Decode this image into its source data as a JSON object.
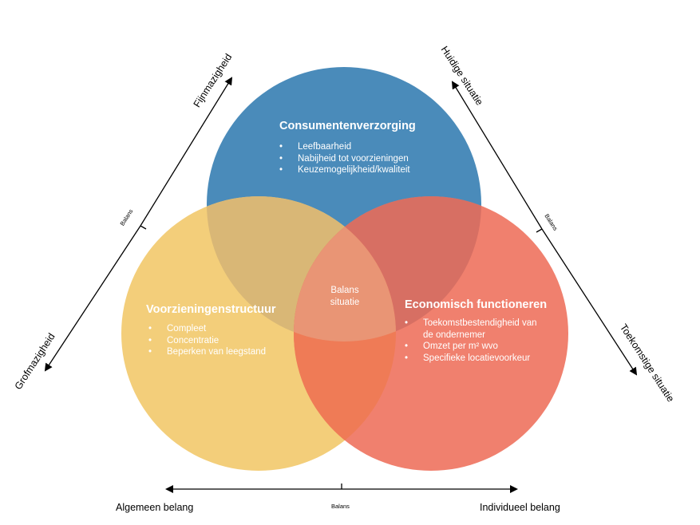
{
  "circles": {
    "top": {
      "title": "Consumentenverzorging",
      "bullets": [
        "Leefbaarheid",
        "Nabijheid tot voorzieningen",
        "Keuzemogelijkheid/kwaliteit"
      ],
      "color": "#4a8bba"
    },
    "left": {
      "title": "Voorzieningenstructuur",
      "bullets": [
        "Compleet",
        "Concentratie",
        "Beperken van leegstand"
      ],
      "color": "#f3ce7a"
    },
    "right": {
      "title": "Economisch functioneren",
      "bullets": [
        "Toekomstbestendigheid van de ondernemer",
        "Omzet per m² wvo",
        "Specifieke locatievoorkeur"
      ],
      "bullet_lines": [
        [
          "Toekomstbestendigheid van",
          "de ondernemer"
        ],
        [
          "Omzet per m² wvo"
        ],
        [
          "Specifieke locatievoorkeur"
        ]
      ],
      "color": "#f0806e"
    }
  },
  "overlap_colors": {
    "top_left": "#d9b776",
    "top_right": "#d76f63",
    "left_right": "#ef7b56",
    "all": "#e99575"
  },
  "center": {
    "line1": "Balans",
    "line2": "situatie"
  },
  "bullet_symbol": "•",
  "axes": {
    "left": {
      "start_label": "Grofmazigheid",
      "end_label": "Fijnmazigheid",
      "mid_label": "Balans"
    },
    "right": {
      "start_label": "Huidige situatie",
      "end_label": "Toekomstige situatie",
      "mid_label": "Balans"
    },
    "bottom": {
      "start_label": "Algemeen belang",
      "end_label": "Individueel belang",
      "mid_label": "Balans"
    }
  }
}
